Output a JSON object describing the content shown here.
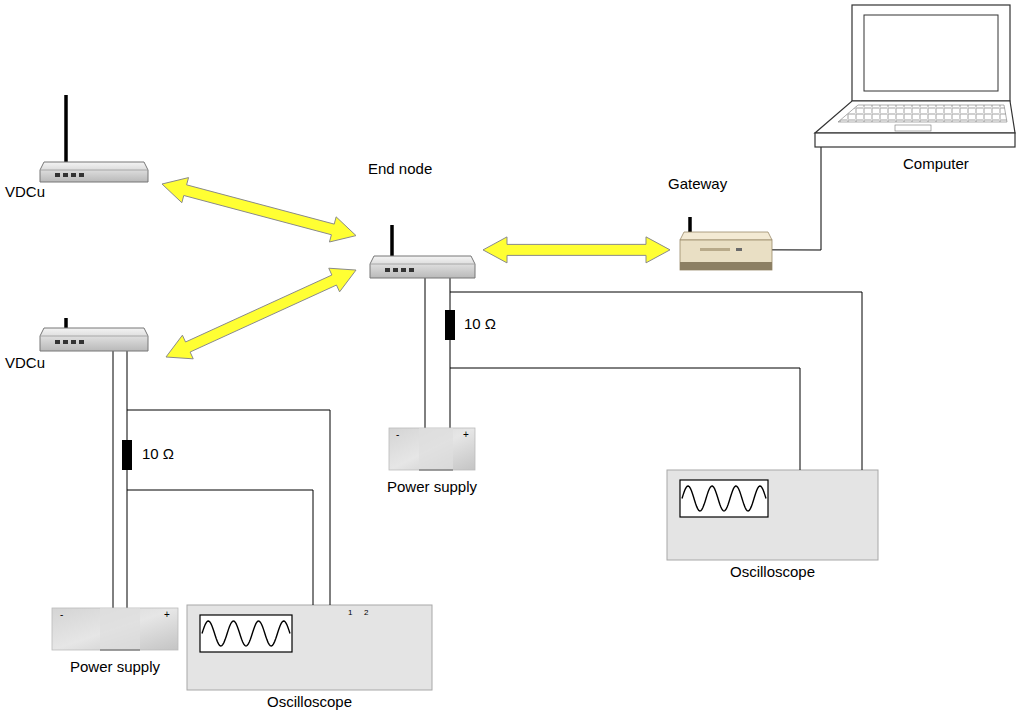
{
  "diagram": {
    "nodes": [
      {
        "text": [
          "VDCu"
        ]
      },
      {
        "text": [
          "End node"
        ]
      },
      {
        "text": [
          "Gateway"
        ]
      },
      {
        "text": [
          "Computer"
        ]
      },
      {
        "text": [
          "VDCu"
        ]
      },
      {
        "text": [
          "Power supply"
        ]
      },
      {
        "text": [
          "Power supply"
        ]
      },
      {
        "text": [
          "Oscilloscope"
        ]
      },
      {
        "text": [
          "Oscilloscope"
        ]
      }
    ],
    "edges": [
      {
        "from": 0,
        "to": 1,
        "arrow": "both"
      },
      {
        "from": 4,
        "to": 1,
        "arrow": "both"
      },
      {
        "from": 1,
        "to": 2,
        "arrow": "both"
      },
      {
        "from": 2,
        "to": 3,
        "arrow": "none"
      },
      {
        "from": 4,
        "to": 6,
        "arrow": "none"
      },
      {
        "from": 1,
        "to": 5,
        "arrow": "none"
      }
    ],
    "labels": [
      "10 Ω",
      "10 Ω",
      "-",
      "+",
      "-",
      "+",
      "1",
      "2"
    ]
  }
}
